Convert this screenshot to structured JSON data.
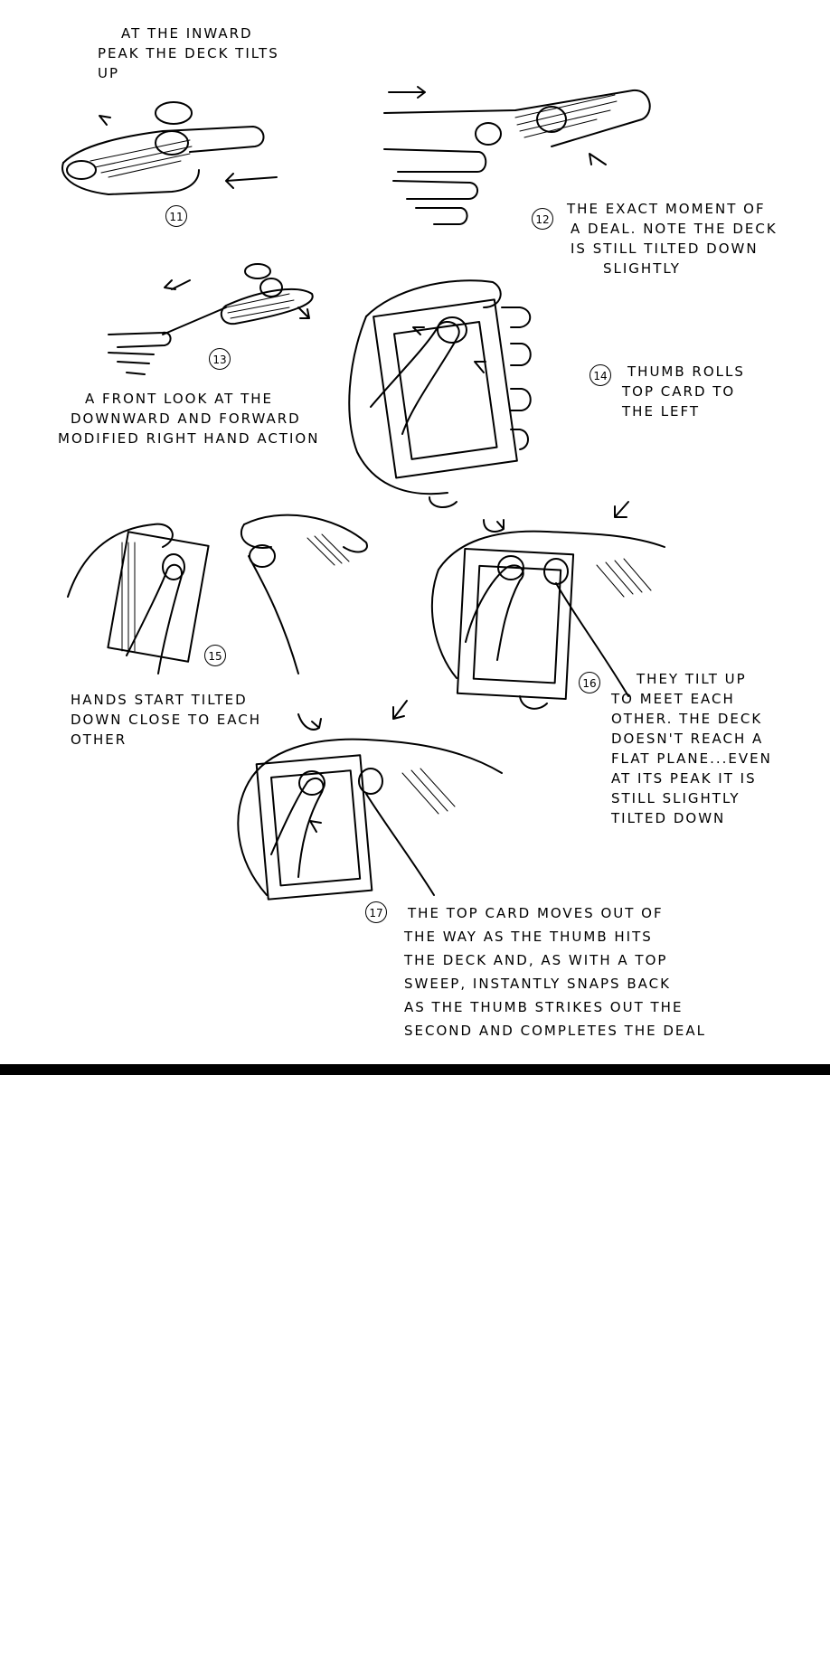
{
  "figures": [
    {
      "id": "11",
      "number": "11",
      "caption": [
        "AT THE INWARD",
        "PEAK THE DECK TILTS",
        "UP"
      ]
    },
    {
      "id": "12",
      "number": "12",
      "caption": [
        "THE EXACT MOMENT OF",
        "A DEAL. NOTE THE DECK",
        "IS STILL TILTED DOWN",
        "SLIGHTLY"
      ]
    },
    {
      "id": "13",
      "number": "13",
      "caption": [
        "A FRONT LOOK AT THE",
        "DOWNWARD AND FORWARD",
        "MODIFIED RIGHT HAND ACTION"
      ]
    },
    {
      "id": "14",
      "number": "14",
      "caption": [
        "THUMB ROLLS",
        "TOP CARD TO",
        "THE LEFT"
      ]
    },
    {
      "id": "15",
      "number": "15",
      "caption": [
        "HANDS START TILTED",
        "DOWN CLOSE TO EACH",
        "OTHER"
      ]
    },
    {
      "id": "16",
      "number": "16",
      "caption": [
        "THEY TILT UP",
        "TO MEET EACH",
        "OTHER. THE DECK",
        "DOESN'T REACH A",
        "FLAT PLANE...EVEN",
        "AT ITS PEAK IT IS",
        "STILL SLIGHTLY",
        "TILTED DOWN"
      ]
    },
    {
      "id": "17",
      "number": "17",
      "caption": [
        "THE TOP CARD MOVES OUT OF",
        "THE WAY AS THE THUMB HITS",
        "THE DECK AND, AS WITH A TOP",
        "SWEEP, INSTANTLY SNAPS BACK",
        "AS THE THUMB STRIKES OUT THE",
        "SECOND AND COMPLETES THE DEAL"
      ]
    }
  ]
}
